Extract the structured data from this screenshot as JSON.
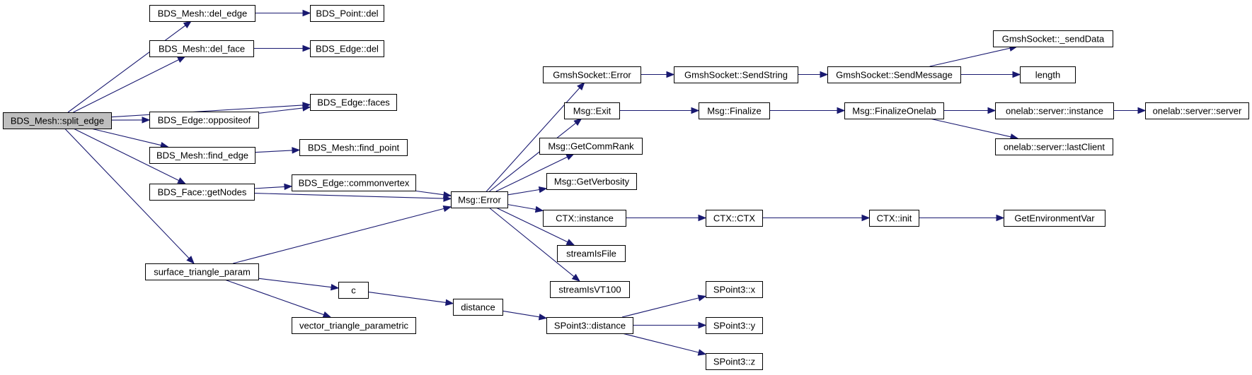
{
  "nodes": [
    {
      "id": "split_edge",
      "label": "BDS_Mesh::split_edge",
      "root": true
    },
    {
      "id": "del_edge",
      "label": "BDS_Mesh::del_edge"
    },
    {
      "id": "del_face",
      "label": "BDS_Mesh::del_face"
    },
    {
      "id": "oppositeof",
      "label": "BDS_Edge::oppositeof"
    },
    {
      "id": "find_edge",
      "label": "BDS_Mesh::find_edge"
    },
    {
      "id": "getNodes",
      "label": "BDS_Face::getNodes"
    },
    {
      "id": "surface_triangle_param",
      "label": "surface_triangle_param"
    },
    {
      "id": "point_del",
      "label": "BDS_Point::del"
    },
    {
      "id": "edge_del",
      "label": "BDS_Edge::del"
    },
    {
      "id": "faces",
      "label": "BDS_Edge::faces"
    },
    {
      "id": "find_point",
      "label": "BDS_Mesh::find_point"
    },
    {
      "id": "commonvertex",
      "label": "BDS_Edge::commonvertex"
    },
    {
      "id": "c",
      "label": "c"
    },
    {
      "id": "vector_triangle_parametric",
      "label": "vector_triangle_parametric"
    },
    {
      "id": "msg_error",
      "label": "Msg::Error"
    },
    {
      "id": "distance",
      "label": "distance"
    },
    {
      "id": "gs_error",
      "label": "GmshSocket::Error"
    },
    {
      "id": "msg_exit",
      "label": "Msg::Exit"
    },
    {
      "id": "getcommrank",
      "label": "Msg::GetCommRank"
    },
    {
      "id": "getverbosity",
      "label": "Msg::GetVerbosity"
    },
    {
      "id": "ctx_instance",
      "label": "CTX::instance"
    },
    {
      "id": "streamisfile",
      "label": "streamIsFile"
    },
    {
      "id": "streamisvt100",
      "label": "streamIsVT100"
    },
    {
      "id": "sp_distance",
      "label": "SPoint3::distance"
    },
    {
      "id": "sendstring",
      "label": "GmshSocket::SendString"
    },
    {
      "id": "finalize",
      "label": "Msg::Finalize"
    },
    {
      "id": "ctx_ctx",
      "label": "CTX::CTX"
    },
    {
      "id": "sp_x",
      "label": "SPoint3::x"
    },
    {
      "id": "sp_y",
      "label": "SPoint3::y"
    },
    {
      "id": "sp_z",
      "label": "SPoint3::z"
    },
    {
      "id": "sendmessage",
      "label": "GmshSocket::SendMessage"
    },
    {
      "id": "finalizeonelab",
      "label": "Msg::FinalizeOnelab"
    },
    {
      "id": "ctx_init",
      "label": "CTX::init"
    },
    {
      "id": "senddata",
      "label": "GmshSocket::_sendData"
    },
    {
      "id": "length",
      "label": "length"
    },
    {
      "id": "os_instance",
      "label": "onelab::server::instance"
    },
    {
      "id": "lastclient",
      "label": "onelab::server::lastClient"
    },
    {
      "id": "getenv",
      "label": "GetEnvironmentVar"
    },
    {
      "id": "os_server",
      "label": "onelab::server::server"
    }
  ],
  "edges": [
    [
      "split_edge",
      "del_edge"
    ],
    [
      "split_edge",
      "del_face"
    ],
    [
      "split_edge",
      "faces"
    ],
    [
      "split_edge",
      "oppositeof"
    ],
    [
      "split_edge",
      "find_edge"
    ],
    [
      "split_edge",
      "getNodes"
    ],
    [
      "split_edge",
      "surface_triangle_param"
    ],
    [
      "del_edge",
      "point_del"
    ],
    [
      "del_face",
      "edge_del"
    ],
    [
      "oppositeof",
      "faces"
    ],
    [
      "find_edge",
      "find_point"
    ],
    [
      "getNodes",
      "commonvertex"
    ],
    [
      "getNodes",
      "msg_error"
    ],
    [
      "commonvertex",
      "msg_error"
    ],
    [
      "surface_triangle_param",
      "msg_error"
    ],
    [
      "surface_triangle_param",
      "c"
    ],
    [
      "surface_triangle_param",
      "vector_triangle_parametric"
    ],
    [
      "c",
      "distance"
    ],
    [
      "distance",
      "sp_distance"
    ],
    [
      "msg_error",
      "gs_error"
    ],
    [
      "msg_error",
      "msg_exit"
    ],
    [
      "msg_error",
      "getcommrank"
    ],
    [
      "msg_error",
      "getverbosity"
    ],
    [
      "msg_error",
      "ctx_instance"
    ],
    [
      "msg_error",
      "streamisfile"
    ],
    [
      "msg_error",
      "streamisvt100"
    ],
    [
      "gs_error",
      "sendstring"
    ],
    [
      "sendstring",
      "sendmessage"
    ],
    [
      "sendmessage",
      "senddata"
    ],
    [
      "sendmessage",
      "length"
    ],
    [
      "msg_exit",
      "finalize"
    ],
    [
      "finalize",
      "finalizeonelab"
    ],
    [
      "finalizeonelab",
      "os_instance"
    ],
    [
      "finalizeonelab",
      "lastclient"
    ],
    [
      "os_instance",
      "os_server"
    ],
    [
      "ctx_instance",
      "ctx_ctx"
    ],
    [
      "ctx_ctx",
      "ctx_init"
    ],
    [
      "ctx_init",
      "getenv"
    ],
    [
      "sp_distance",
      "sp_x"
    ],
    [
      "sp_distance",
      "sp_y"
    ],
    [
      "sp_distance",
      "sp_z"
    ]
  ]
}
